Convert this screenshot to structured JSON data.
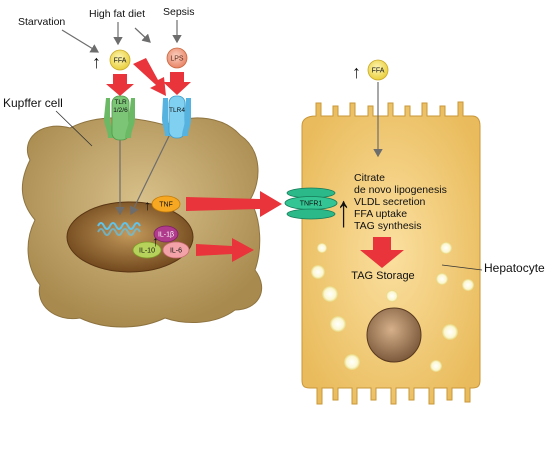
{
  "inputs": {
    "starvation": "Starvation",
    "high_fat_diet": "High fat diet",
    "sepsis": "Sepsis"
  },
  "molecules": {
    "ffa": "FFA",
    "lps": "LPS",
    "tlr126_line1": "TLR",
    "tlr126_line2": "1/2/6",
    "tlr4": "TLR4",
    "tnf": "TNF",
    "il1b": "IL-1β",
    "il10": "IL-10",
    "il6": "IL-6",
    "tnfr1": "TNFR1",
    "ffa_hepatocyte": "FFA"
  },
  "cells": {
    "kupffer": "Kupffer cell",
    "hepatocyte": "Hepatocyte"
  },
  "hepatocyte_effects": [
    "Citrate",
    "de novo lipogenesis",
    "VLDL secretion",
    "FFA uptake",
    "TAG synthesis"
  ],
  "tag_storage": "TAG Storage",
  "up_arrow_glyph": "↑",
  "colors": {
    "kupffer_cell": "#c2a66a",
    "nucleus": "#8a5a2c",
    "hepatocyte": "#f6cf7b",
    "red_arrow": "#e8343a",
    "ffa_badge": "#f7e36b",
    "lps_badge": "#f0a58a",
    "tlr126": "#7cc576",
    "tlr4": "#69c3ec",
    "tnfr1": "#2bb98a",
    "tnf": "#f7a823",
    "il1b": "#b03a8c",
    "il10": "#b7d25a",
    "il6": "#f3a3a7"
  }
}
